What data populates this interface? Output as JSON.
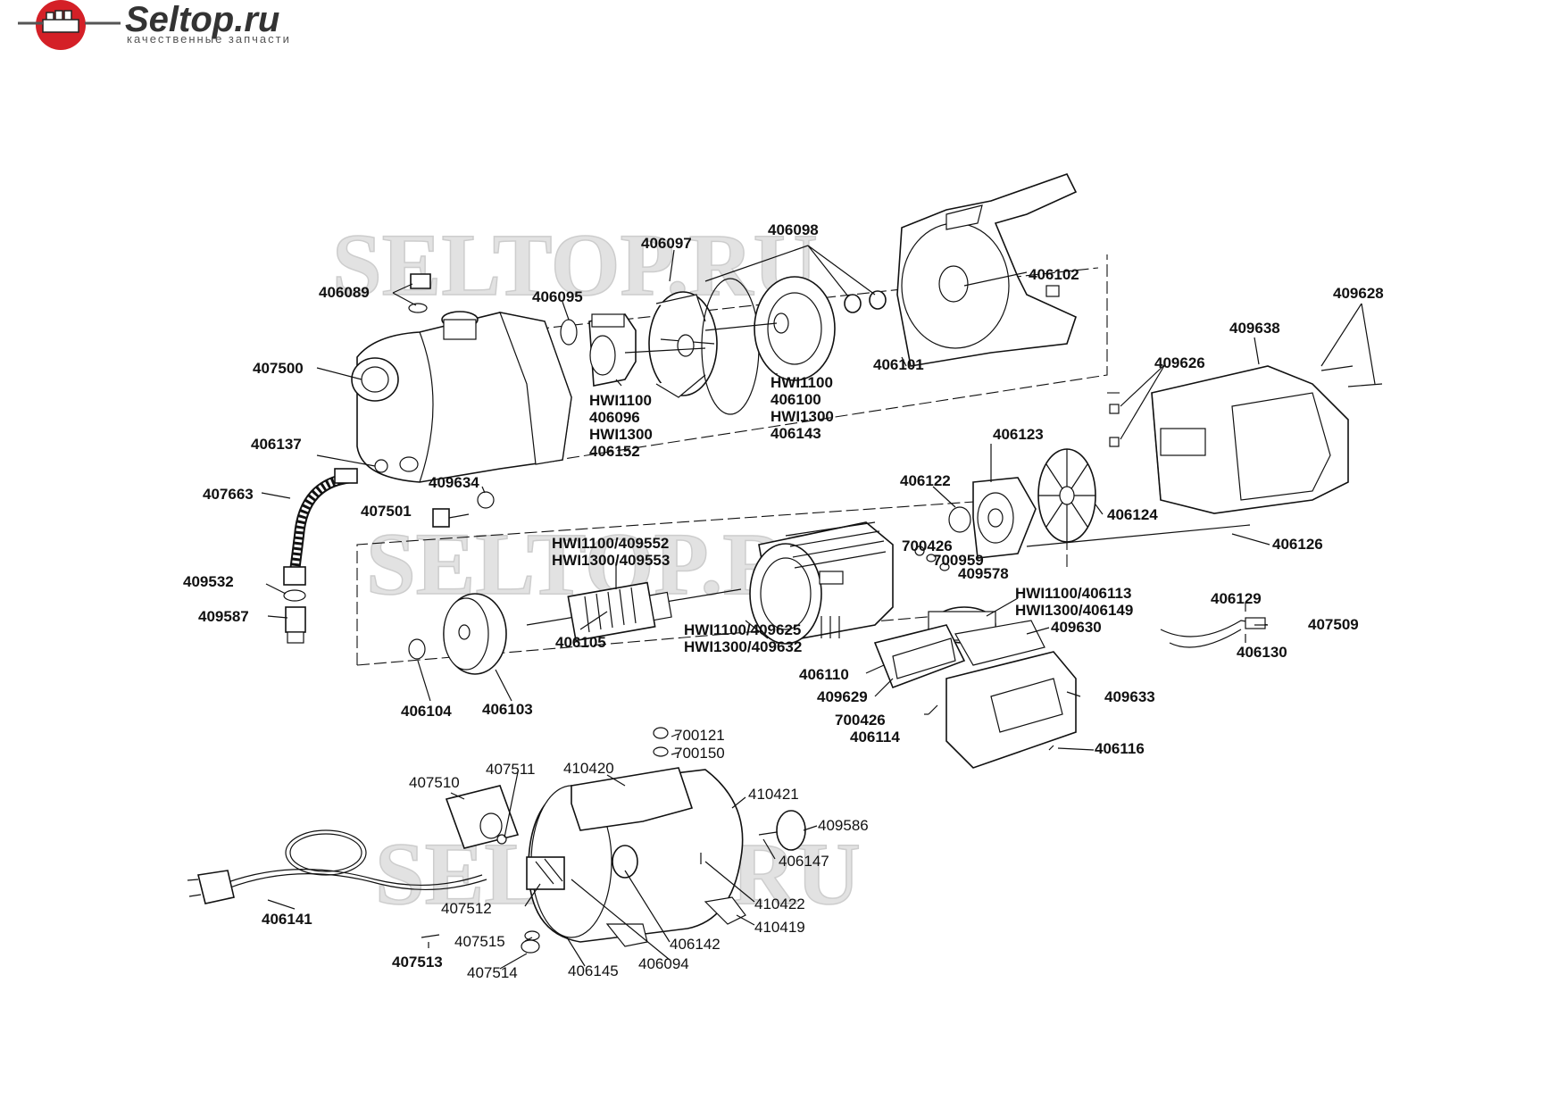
{
  "logo": {
    "name": "Seltop.ru",
    "tagline": "качественные запчасти"
  },
  "watermark": "SELTOP.RU",
  "labels": {
    "p406097": "406097",
    "p406098": "406098",
    "p406102": "406102",
    "p406089": "406089",
    "p406095": "406095",
    "p407500": "407500",
    "p406101": "406101",
    "hwi1100_a": "HWI1100",
    "p406096": "406096",
    "hwi1300_a": "HWI1300",
    "p406152": "406152",
    "hwi1100_b": "HWI1100",
    "p406100": "406100",
    "hwi1300_b": "HWI1300",
    "p406143": "406143",
    "p409628": "409628",
    "p409638": "409638",
    "p409626": "409626",
    "p406137": "406137",
    "p407663": "407663",
    "p409634": "409634",
    "p407501": "407501",
    "p406123": "406123",
    "p406122": "406122",
    "p406124": "406124",
    "p409552": "HWI1100/409552",
    "p409553": "HWI1300/409553",
    "p700426a": "700426",
    "p700959": "700959",
    "p409578": "409578",
    "p406126": "406126",
    "p409532": "409532",
    "p409587": "409587",
    "p406113": "HWI1100/406113",
    "p406149": "HWI1300/406149",
    "p406129": "406129",
    "p407509": "407509",
    "p406130": "406130",
    "p406105": "406105",
    "p409625": "HWI1100/409625",
    "p409632": "HWI1300/409632",
    "p409630": "409630",
    "p406110": "406110",
    "p409629": "409629",
    "p409633": "409633",
    "p700426b": "700426",
    "p406114": "406114",
    "p406104": "406104",
    "p406103": "406103",
    "p406116": "406116",
    "p700121": "700121",
    "p700150": "700150",
    "p407511": "407511",
    "p410420": "410420",
    "p407510": "407510",
    "p410421": "410421",
    "p409586": "409586",
    "p406147": "406147",
    "p406141": "406141",
    "p407512": "407512",
    "p410422": "410422",
    "p410419": "410419",
    "p407515": "407515",
    "p406142": "406142",
    "p407513": "407513",
    "p406094": "406094",
    "p406145": "406145",
    "p407514": "407514"
  }
}
